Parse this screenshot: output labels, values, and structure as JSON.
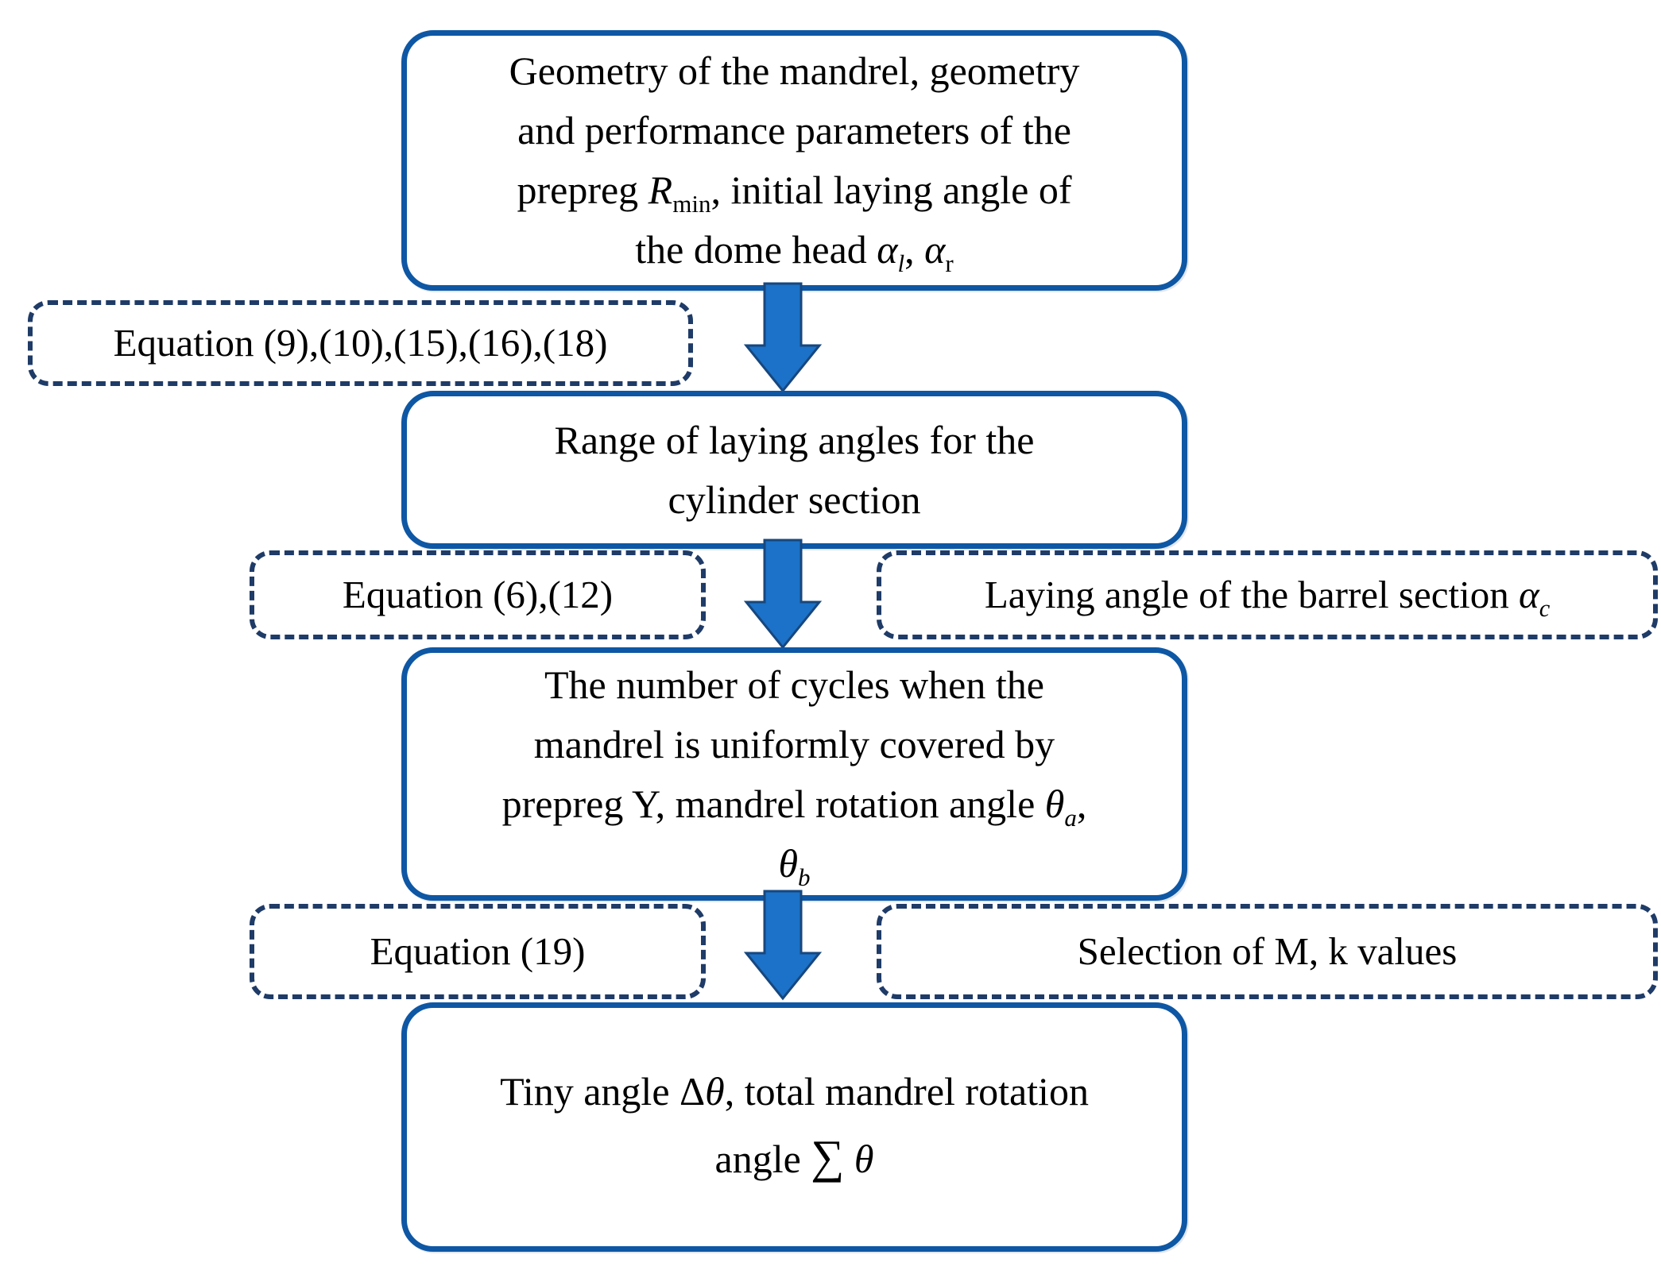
{
  "colors": {
    "box_border": "#0E57A4",
    "dashed_border": "#1F3B67",
    "arrow_fill": "#1B72C8",
    "arrow_outline": "#17477E",
    "text": "#000000",
    "background": "#FFFFFF"
  },
  "flow": {
    "steps": [
      {
        "name": "inputs",
        "html": "Geometry of the mandrel, geometry<br>and performance parameters of the<br>prepreg <i>R</i><sub>min</sub>, initial laying angle of<br>the dome head <i>&#945;<sub>l</sub></i>, <i>&#945;</i><sub>r</sub>"
      },
      {
        "name": "laying-angle-range",
        "html": "Range of laying angles for the<br>cylinder section"
      },
      {
        "name": "cycles",
        "html": "The number of cycles when the<br>mandrel is uniformly covered by<br>prepreg Y, mandrel rotation angle <i>&#952;<sub>a</sub></i>,<br><i>&#952;<sub>b</sub></i>"
      },
      {
        "name": "result",
        "html": "Tiny angle &#916;<i>&#952;</i>, total mandrel rotation<br>angle <span class=\"sum\">&#8721;</span> <i>&#952;</i>"
      }
    ],
    "annotations": [
      {
        "name": "equation-set-1",
        "html": "Equation (9),(10),(15),(16),(18)"
      },
      {
        "name": "equation-set-2",
        "html": "Equation (6),(12)"
      },
      {
        "name": "barrel-angle",
        "html": "Laying angle of the barrel section <i>&#945;<sub>c</sub></i>"
      },
      {
        "name": "equation-19",
        "html": "Equation (19)"
      },
      {
        "name": "mk-selection",
        "html": "Selection of M, k values"
      }
    ]
  }
}
